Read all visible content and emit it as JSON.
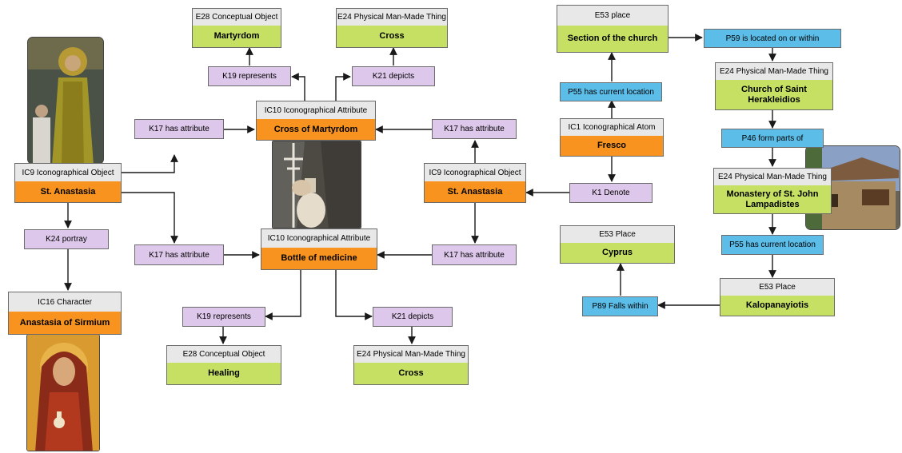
{
  "colors": {
    "instance_orange": "#f7931e",
    "instance_green": "#c5e063",
    "class_header": "#e8e8e8",
    "property_purple": "#ddc7ea",
    "property_blue": "#5bbde8",
    "edge": "#1a1a1a"
  },
  "nodes": {
    "martyrdom": {
      "cls": "E28 Conceptual Object",
      "val": "Martyrdom"
    },
    "cross_top": {
      "cls": "E24 Physical Man-Made Thing",
      "val": "Cross"
    },
    "st_anastasia_left": {
      "cls": "IC9 Iconographical Object",
      "val": "St. Anastasia"
    },
    "cross_of_martyrdom": {
      "cls": "IC10 Iconographical Attribute",
      "val": "Cross of Martyrdom"
    },
    "bottle_of_medicine": {
      "cls": "IC10 Iconographical Attribute",
      "val": "Bottle of medicine"
    },
    "anastasia_of_sirmium": {
      "cls": "IC16 Character",
      "val": "Anastasia of Sirmium"
    },
    "healing": {
      "cls": "E28 Conceptual Object",
      "val": "Healing"
    },
    "cross_bottom": {
      "cls": "E24 Physical Man-Made Thing",
      "val": "Cross"
    },
    "st_anastasia_mid": {
      "cls": "IC9 Iconographical Object",
      "val": "St. Anastasia"
    },
    "section_of_church": {
      "cls": "E53 place",
      "val": "Section of the church"
    },
    "fresco": {
      "cls": "IC1 Iconographical Atom",
      "val": "Fresco"
    },
    "church_saint_herakleidios": {
      "cls": "E24 Physical Man-Made Thing",
      "val": "Church of Saint Herakleidios"
    },
    "monastery": {
      "cls": "E24 Physical Man-Made Thing",
      "val": "Monastery of St. John Lampadistes"
    },
    "cyprus": {
      "cls": "E53 Place",
      "val": "Cyprus"
    },
    "kalopanayiotis": {
      "cls": "E53 Place",
      "val": "Kalopanayiotis"
    }
  },
  "properties": {
    "k19_top": "K19 represents",
    "k21_top": "K21 depicts",
    "k17_left_top": "K17 has attribute",
    "k17_left_bottom": "K17 has attribute",
    "k24": "K24 portray",
    "k17_right_top": "K17 has attribute",
    "k17_right_bottom": "K17 has attribute",
    "k1": "K1 Denote",
    "k19_bottom": "K19 represents",
    "k21_bottom": "K21 depicts",
    "p55_top": "P55 has current location",
    "p59": "P59 is located on or within",
    "p46": "P46 form parts of",
    "p55_bottom": "P55 has current location",
    "p89": "P89 Falls within"
  },
  "images": {
    "fresco_detail": "fresco-detail-image",
    "fresco_cross": "fresco-cross-image",
    "icon_anastasia": "icon-anastasia-image",
    "monastery_photo": "monastery-photo-image"
  }
}
